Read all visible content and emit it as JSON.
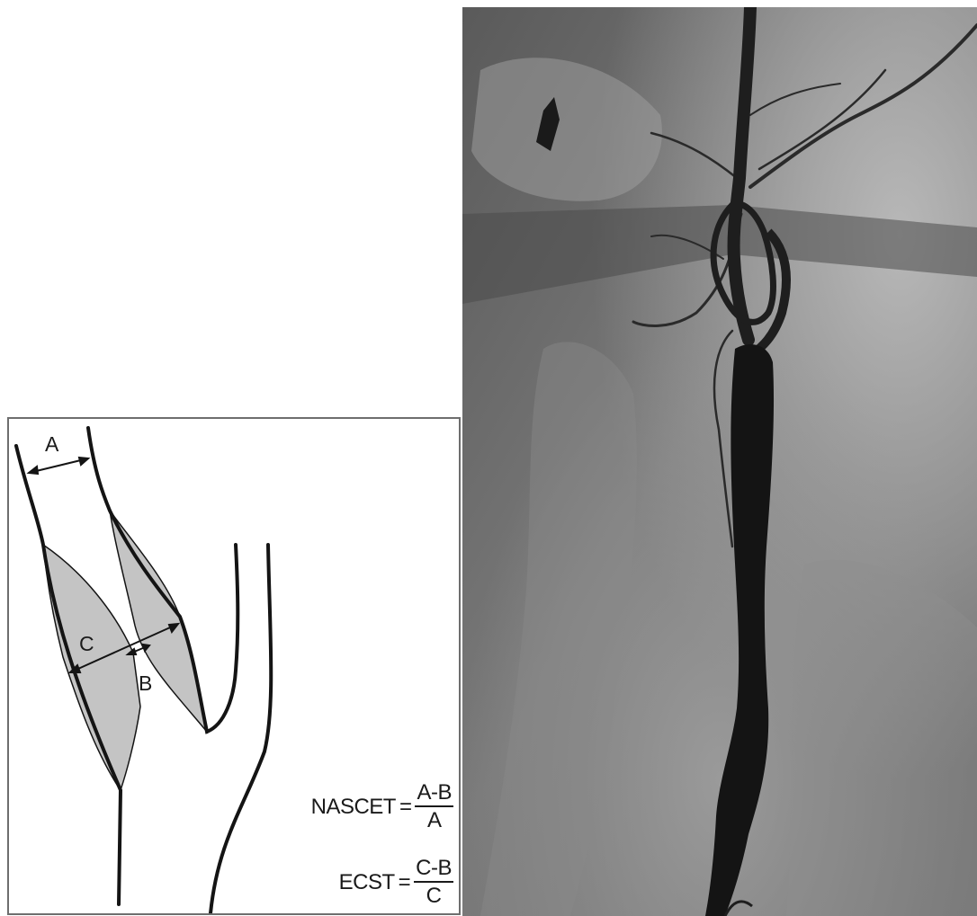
{
  "diagram": {
    "labels": {
      "a": "A",
      "b": "B",
      "c": "C"
    },
    "nascet": {
      "name": "NASCET",
      "equals": "=",
      "numerator": "A-B",
      "denominator": "A"
    },
    "ecst": {
      "name": "ECST",
      "equals": "=",
      "numerator": "C-B",
      "denominator": "C"
    }
  },
  "colors": {
    "plaque_fill": "#c4c4c4",
    "vessel_stroke": "#141414",
    "panel_border": "#6e6e6e",
    "angiogram_background": "#6a6a6a",
    "contrast_vessel": "#141414"
  }
}
